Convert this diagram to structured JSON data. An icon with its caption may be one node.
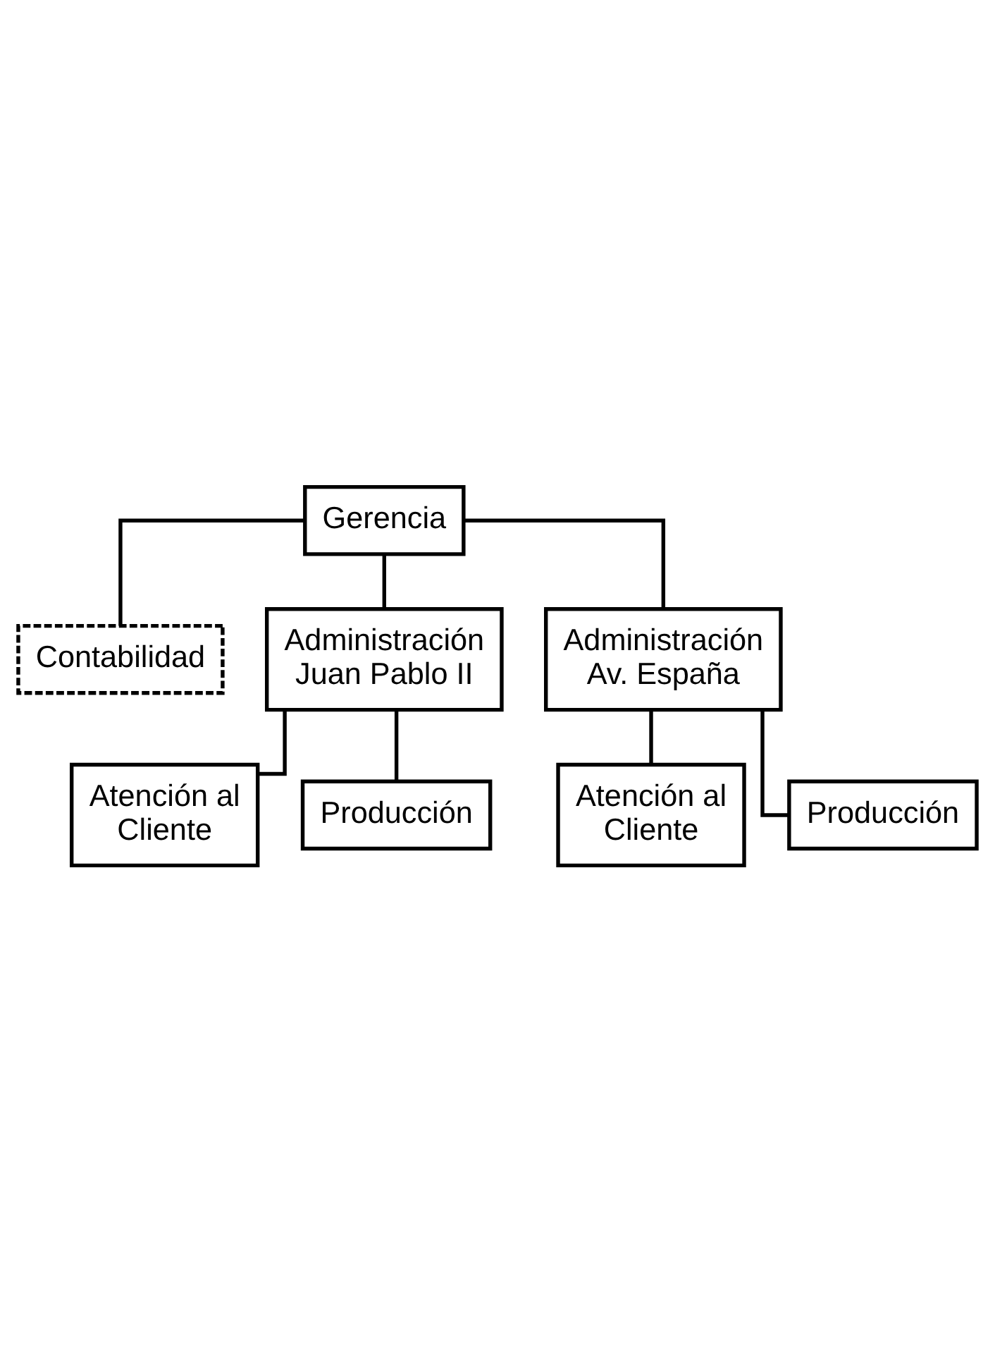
{
  "diagram": {
    "nodes": [
      {
        "text": [
          "Gerencia"
        ]
      },
      {
        "text": [
          "Contabilidad"
        ]
      },
      {
        "text": [
          "Administración Juan Pablo II"
        ]
      },
      {
        "text": [
          "Administración Av. España"
        ]
      },
      {
        "text": [
          "Atención al Cliente"
        ]
      },
      {
        "text": [
          "Producción"
        ]
      },
      {
        "text": [
          "Atención al Cliente"
        ]
      },
      {
        "text": [
          "Producción"
        ]
      }
    ],
    "edges": [
      {
        "from": 0,
        "to": 1,
        "arrow": "none"
      },
      {
        "from": 0,
        "to": 2,
        "arrow": "none"
      },
      {
        "from": 0,
        "to": 3,
        "arrow": "none"
      },
      {
        "from": 2,
        "to": 4,
        "arrow": "none"
      },
      {
        "from": 2,
        "to": 5,
        "arrow": "none"
      },
      {
        "from": 3,
        "to": 6,
        "arrow": "none"
      },
      {
        "from": 3,
        "to": 7,
        "arrow": "none"
      }
    ]
  }
}
